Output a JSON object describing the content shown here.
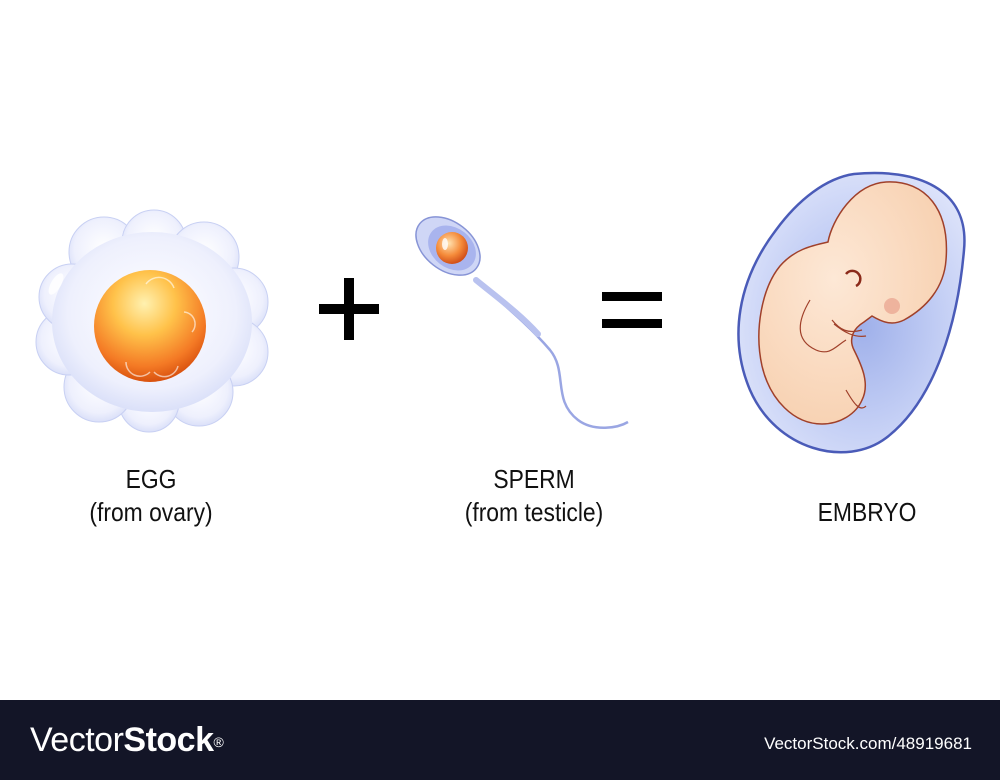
{
  "diagram": {
    "items": [
      {
        "id": "egg",
        "title": "EGG",
        "subtitle": "(from ovary)"
      },
      {
        "id": "sperm",
        "title": "SPERM",
        "subtitle": "(from testicle)"
      },
      {
        "id": "embryo",
        "title": "EMBRYO",
        "subtitle": ""
      }
    ],
    "operators": {
      "plus": "+",
      "equals": "="
    },
    "colors": {
      "yolk_light": "#ffd36b",
      "yolk_dark": "#f26a1b",
      "membrane": "#dfe4fb",
      "outline_blue": "#4a5bb8",
      "embryo_skin": "#fbd9bf",
      "embryo_outline": "#a0402a",
      "operator": "#000000"
    }
  },
  "footer": {
    "brand_light": "Vector",
    "brand_bold": "Stock",
    "registered": "®",
    "stock_id": "VectorStock.com/48919681",
    "background": "#131527"
  }
}
